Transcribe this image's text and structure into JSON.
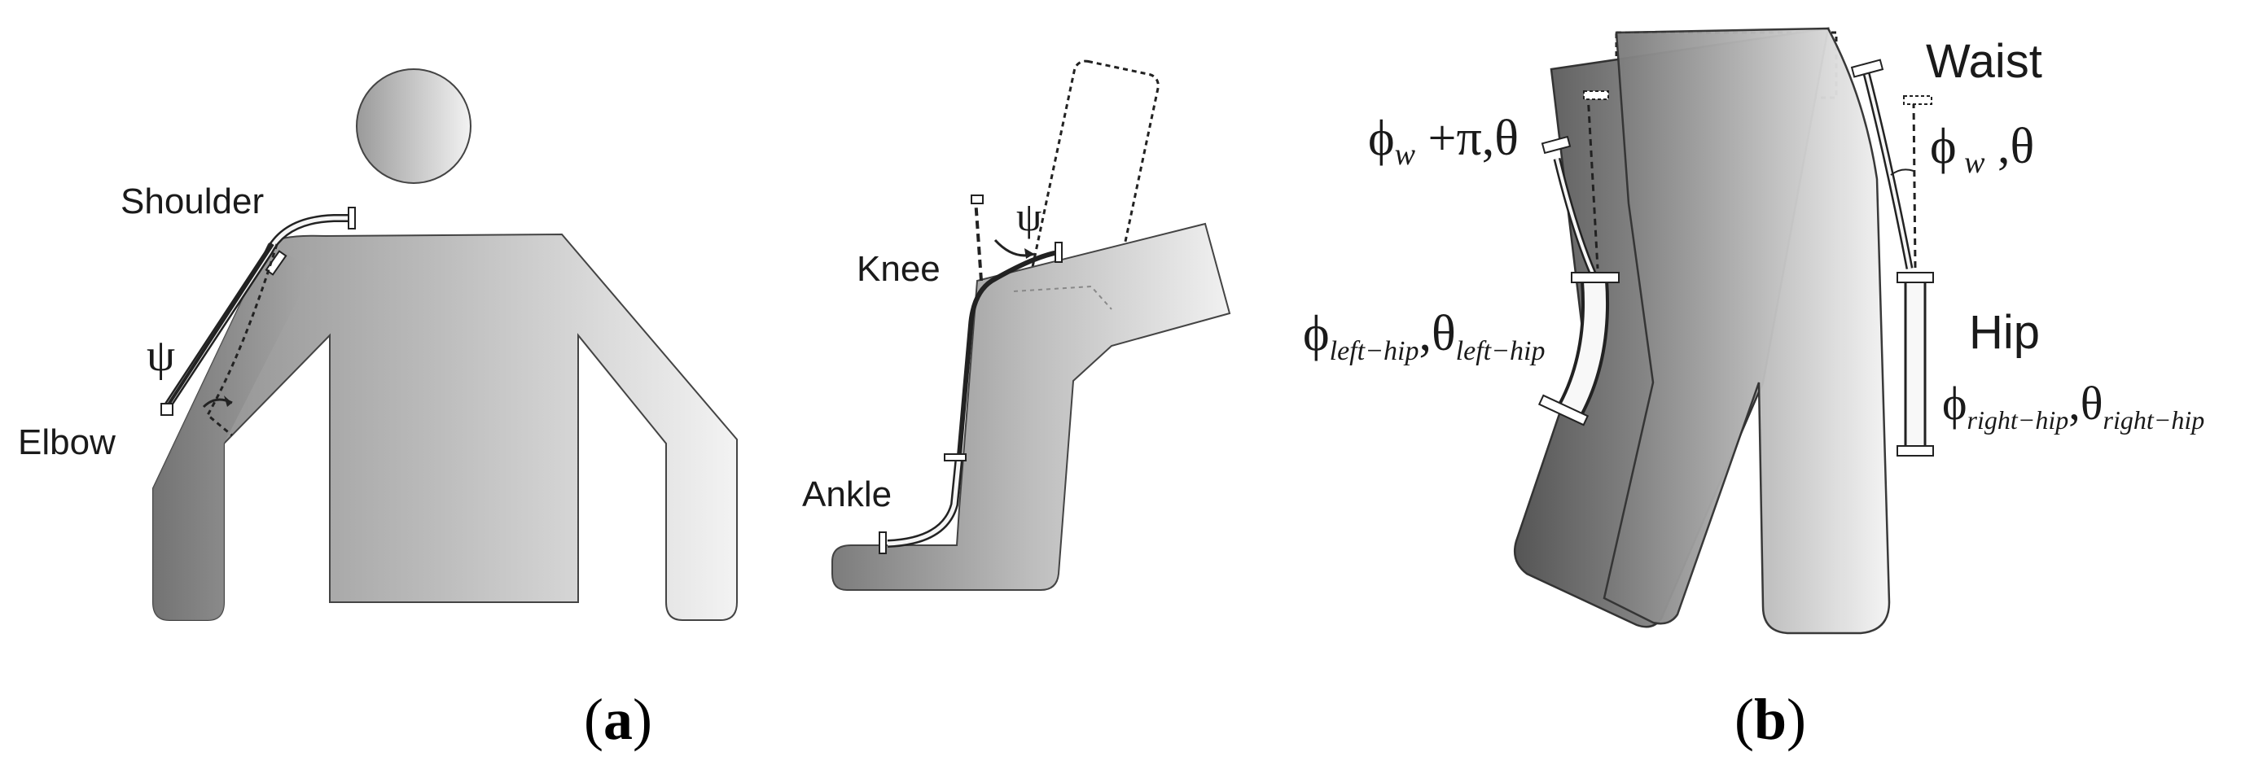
{
  "panel_a": {
    "arm": {
      "shoulder_label": "Shoulder",
      "elbow_label": "Elbow",
      "angle_symbol": "ψ"
    },
    "leg": {
      "knee_label": "Knee",
      "ankle_label": "Ankle",
      "angle_symbol": "ψ"
    },
    "caption": {
      "open": "(",
      "letter": "a",
      "close": ")"
    }
  },
  "panel_b": {
    "waist_label": "Waist",
    "hip_label": "Hip",
    "left_waist": {
      "phi": "ϕ",
      "phi_sub": "w",
      "rest": " +π,θ"
    },
    "right_waist": {
      "phi": "ϕ",
      "phi_sub": " w",
      "rest": " ,θ"
    },
    "left_hip": {
      "phi": "ϕ",
      "phi_sub": "left−hip",
      "sep": ",",
      "theta": "θ",
      "theta_sub": "left−hip"
    },
    "right_hip": {
      "phi": "ϕ",
      "phi_sub": "right−hip",
      "sep": ",",
      "theta": "θ",
      "theta_sub": "right−hip"
    },
    "caption": {
      "open": "(",
      "letter": "b",
      "close": ")"
    }
  },
  "colors": {
    "line": "#222222",
    "shade_dark": "#6e6e6e",
    "shade_light": "#f4f4f4"
  }
}
